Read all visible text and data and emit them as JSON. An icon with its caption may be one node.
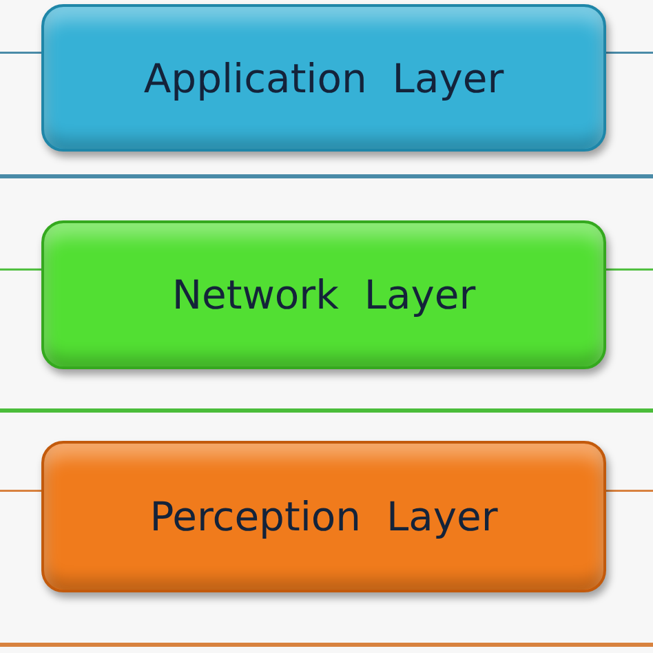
{
  "diagram": {
    "nodes": [
      {
        "text": [
          "Application  Layer"
        ]
      },
      {
        "text": [
          "Network  Layer"
        ]
      },
      {
        "text": [
          "Perception  Layer"
        ]
      }
    ]
  }
}
